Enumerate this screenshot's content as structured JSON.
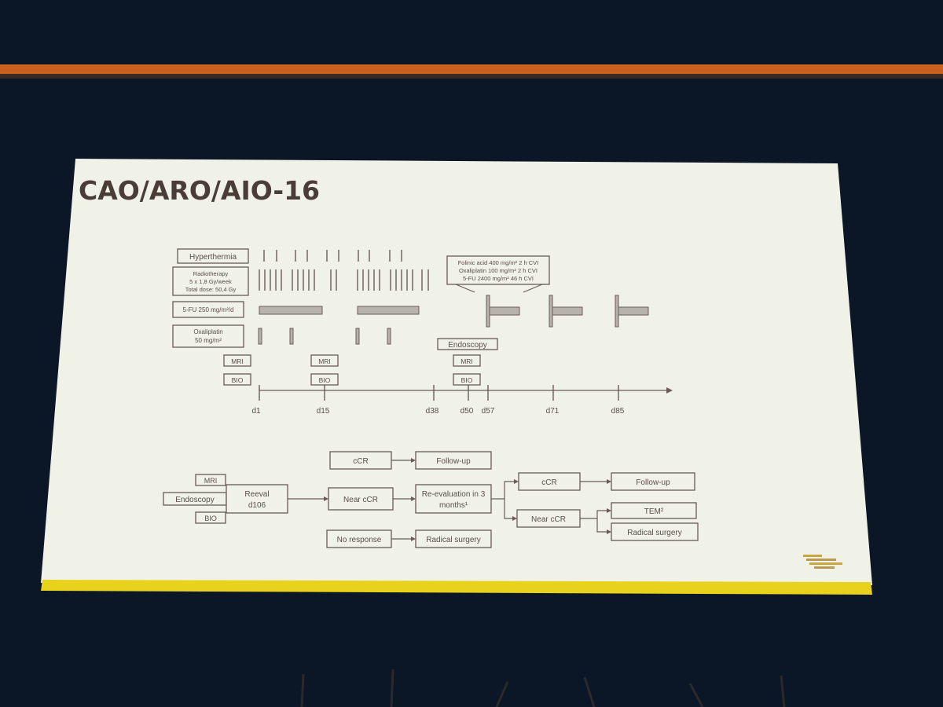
{
  "slide": {
    "title": "CAO/ARO/AIO-16",
    "colors": {
      "room": "#0b1626",
      "screen_edge": "#1a2638",
      "stage_light": "#c8621e",
      "slide_bg": "#f0f2e8",
      "accent_bar": "#e8d21c",
      "ink": "#5a4e46"
    }
  },
  "schedule": {
    "rows": [
      {
        "label_lines": [
          "Hyperthermia"
        ]
      },
      {
        "label_lines": [
          "Radiotherapy",
          "5 x 1,8 Gy/week",
          "Total dose: 50,4 Gy"
        ]
      },
      {
        "label_lines": [
          "5-FU 250 mg/m²/d"
        ]
      },
      {
        "label_lines": [
          "Oxaliplatin",
          "50 mg/m²"
        ]
      }
    ],
    "small_boxes": {
      "mri": "MRI",
      "bio": "BIO",
      "endoscopy": "Endoscopy"
    },
    "chemo_note_lines": [
      "Folinic acid 400 mg/m² 2 h CVI",
      "Oxaliplatin 100 mg/m² 2 h CVI",
      "5-FU 2400 mg/m² 46 h CVI"
    ],
    "timeline_days": [
      "d1",
      "d15",
      "d38",
      "d50",
      "d57",
      "d71",
      "d85"
    ]
  },
  "flow": {
    "inputs": [
      "MRI",
      "Endoscopy",
      "BIO"
    ],
    "reeval_lines": [
      "Reeval",
      "d106"
    ],
    "outcomes": {
      "ccr": "cCR",
      "near_ccr": "Near cCR",
      "no_response": "No response"
    },
    "follow_up": "Follow-up",
    "radical_surgery": "Radical surgery",
    "reevaluation_lines": [
      "Re-evaluation in 3",
      "months¹"
    ],
    "second": {
      "ccr": "cCR",
      "follow_up": "Follow-up",
      "near_ccr": "Near cCR",
      "tem": "TEM²",
      "radical_surgery": "Radical surgery"
    }
  }
}
